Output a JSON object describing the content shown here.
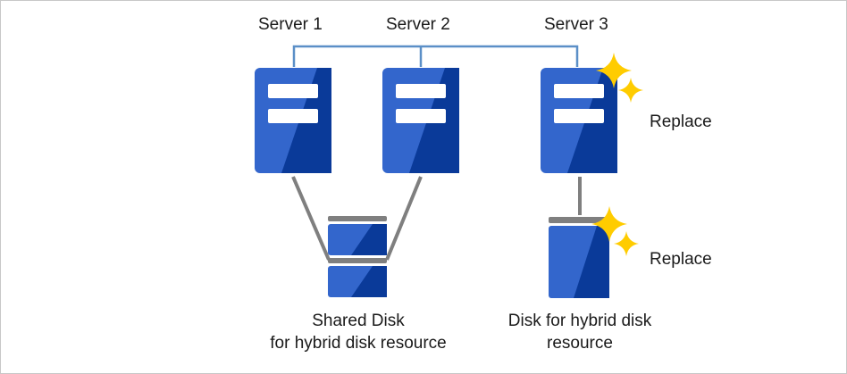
{
  "servers": [
    {
      "label": "Server 1"
    },
    {
      "label": "Server 2"
    },
    {
      "label": "Server 3"
    }
  ],
  "replace_labels": [
    "Replace",
    "Replace"
  ],
  "shared_disk": {
    "line1": "Shared Disk",
    "line2": "for hybrid disk resource"
  },
  "hybrid_disk": {
    "line1": "Disk for hybrid disk",
    "line2": "resource"
  },
  "colors": {
    "server_blue": "#3366cc",
    "server_dark": "#0a3a99",
    "slot_white": "#ffffff",
    "network_line": "#5b8fc7",
    "cable_gray": "#7f7f7f",
    "sparkle_yellow": "#ffcc00"
  }
}
